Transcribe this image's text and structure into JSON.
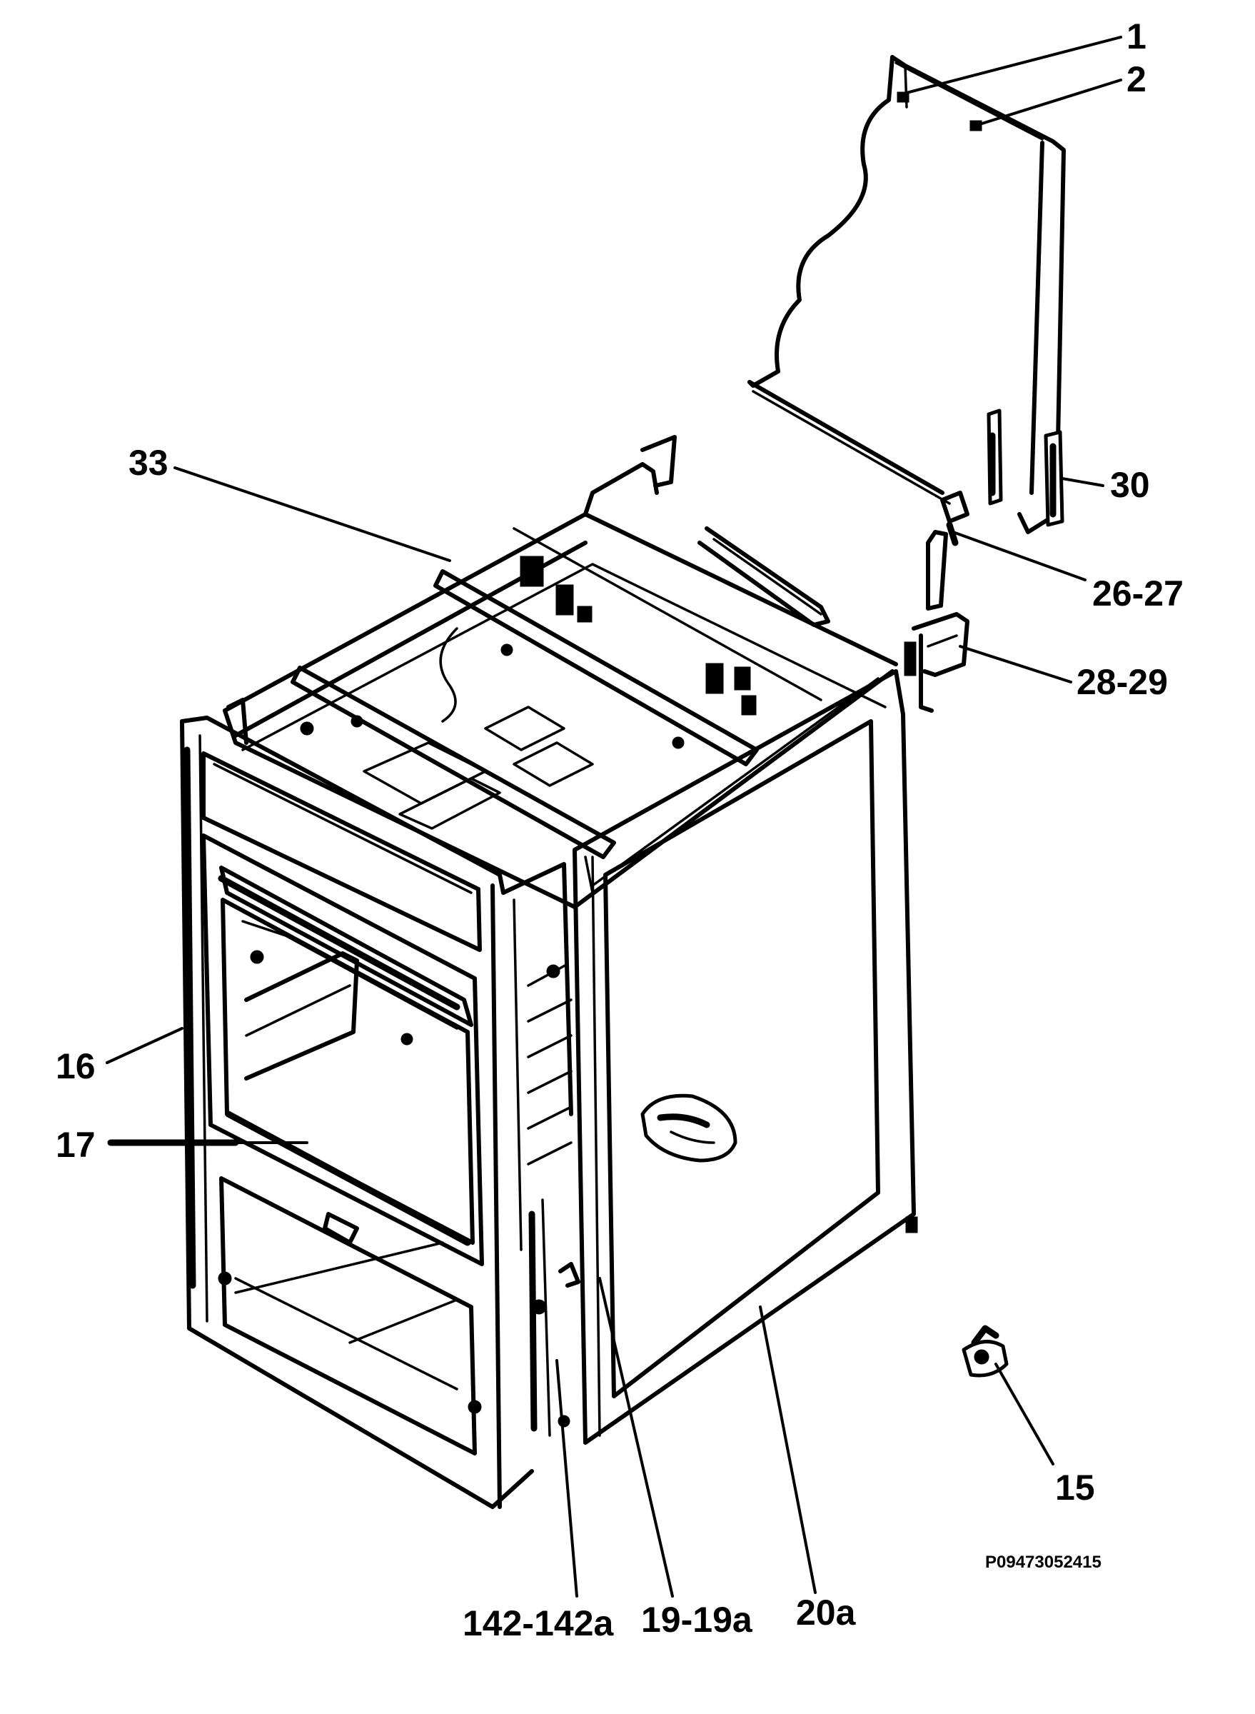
{
  "diagram": {
    "code": "P09473052415",
    "labels": {
      "l1": "1",
      "l2": "2",
      "l30": "30",
      "l26": "26-27",
      "l28": "28-29",
      "l33": "33",
      "l16": "16",
      "l17": "17",
      "l15": "15",
      "l142": "142-142a",
      "l19": "19-19a",
      "l20": "20a"
    }
  }
}
